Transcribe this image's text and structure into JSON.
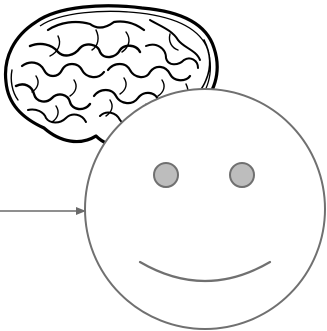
{
  "elements": {
    "brain": {
      "icon": "brain-icon"
    },
    "face": {
      "icon": "smiley-face-icon",
      "eyes": 2,
      "expression": "smile"
    },
    "arrow": {
      "icon": "arrow-right-icon",
      "points_to": "face"
    }
  },
  "colors": {
    "background": "#ffffff",
    "outline": "#707070",
    "eye_fill": "#bdbdbd",
    "brain_ink": "#000000",
    "brain_fill": "#ffffff"
  }
}
